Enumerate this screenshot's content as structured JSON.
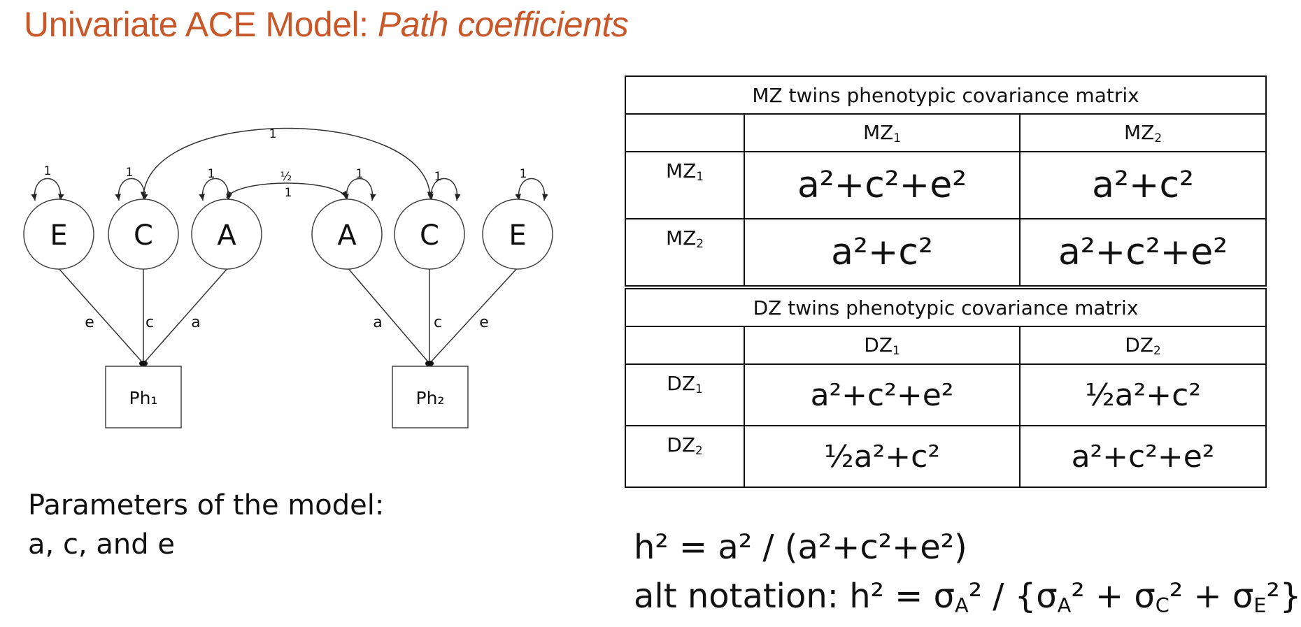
{
  "title": {
    "main": "Univariate ACE Model: ",
    "emph": "Path coefficients"
  },
  "diagram": {
    "latents": [
      "E",
      "C",
      "A",
      "A",
      "C",
      "E"
    ],
    "self_loop_labels": [
      "1",
      "1",
      "1",
      "1",
      "1",
      "1"
    ],
    "c_correlation": "1",
    "a_correlation_mz": "½",
    "a_correlation_dz": "1",
    "paths_twin1": [
      "e",
      "c",
      "a"
    ],
    "paths_twin2": [
      "a",
      "c",
      "e"
    ],
    "phenotypes": [
      "Ph₁",
      "Ph₂"
    ]
  },
  "mz_table": {
    "caption": "MZ twins phenotypic covariance matrix",
    "header_base": "MZ",
    "header_subs": [
      "1",
      "2"
    ],
    "row_base": "MZ",
    "row_subs": [
      "1",
      "2"
    ],
    "cells": [
      [
        "a²+c²+e²",
        "a²+c²"
      ],
      [
        "a²+c²",
        "a²+c²+e²"
      ]
    ]
  },
  "dz_table": {
    "caption": "DZ twins phenotypic covariance matrix",
    "header_base": "DZ",
    "header_subs": [
      "1",
      "2"
    ],
    "row_base": "DZ",
    "row_subs": [
      "1",
      "2"
    ],
    "cells": [
      [
        "a²+c²+e²",
        "½a²+c²"
      ],
      [
        "½a²+c²",
        "a²+c²+e²"
      ]
    ]
  },
  "parameters": {
    "line1": "Parameters of the model:",
    "line2": "a, c, and e"
  },
  "formulas": {
    "h2": "h² = a² / (a²+c²+e²)",
    "alt_prefix": "alt notation: h² = σ",
    "sub_a": "A",
    "alt_mid1": "² / {σ",
    "sub_a2": "A",
    "alt_mid2": "² + σ",
    "sub_c": "C",
    "alt_mid3": "² + σ",
    "sub_e": "E",
    "alt_end": "²}"
  }
}
